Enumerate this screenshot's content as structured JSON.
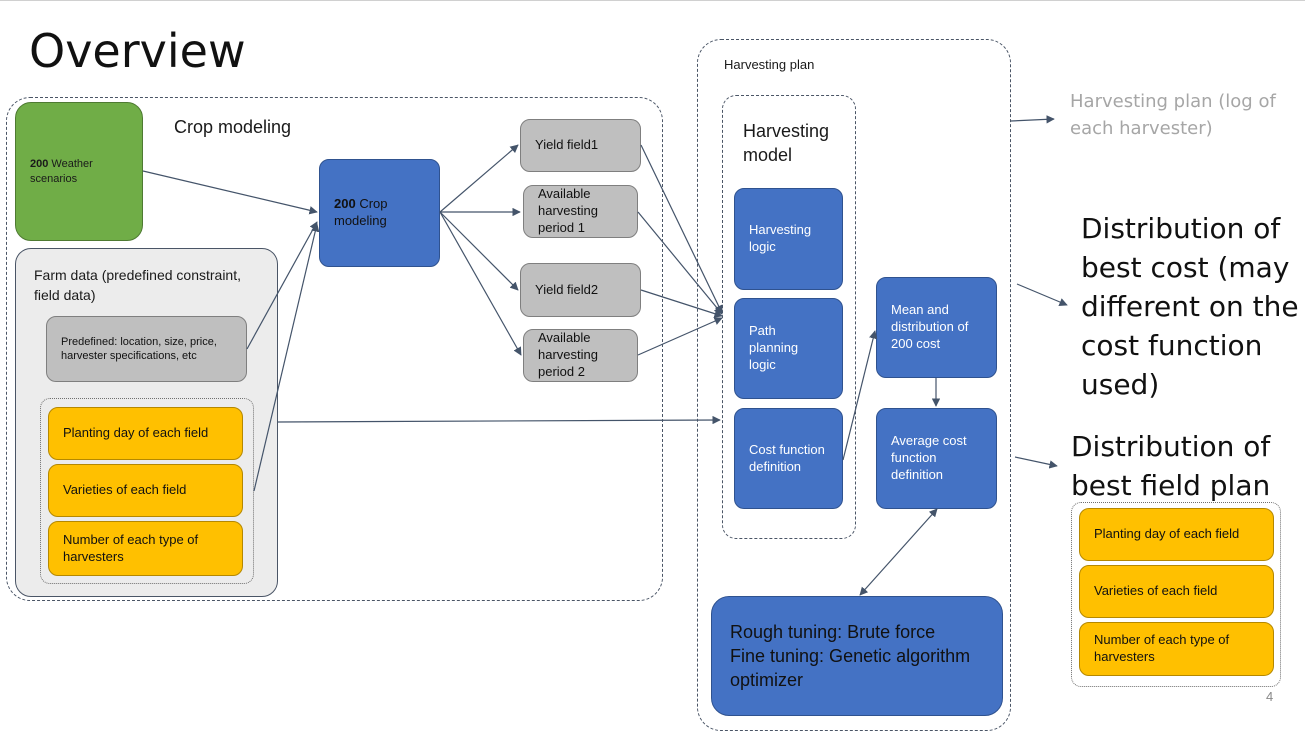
{
  "slide": {
    "title": "Overview",
    "page_number": "4"
  },
  "crop_region": {
    "label": "Crop modeling",
    "weather_prefix": "200",
    "weather_text": " Weather scenarios",
    "crop_prefix": "200",
    "crop_text": " Crop modeling",
    "outputs": [
      "Yield field1",
      "Available harvesting period 1",
      "Yield field2",
      "Available harvesting period 2"
    ]
  },
  "farm_data": {
    "label": "Farm data (predefined constraint, field data)",
    "predefined": "Predefined: location, size, price, harvester specifications, etc",
    "items": [
      "Planting day  of each field",
      "Varieties of each field",
      "Number of each type of harvesters"
    ]
  },
  "harvesting_plan": {
    "label": "Harvesting plan",
    "model_label": "Harvesting model",
    "model_boxes": [
      "Harvesting logic",
      "Path planning logic",
      "Cost function definition"
    ],
    "mean_box": "Mean and distribution of 200 cost",
    "average_box": "Average cost function definition",
    "tuning_lines": [
      "Rough tuning: Brute force",
      "Fine tuning: Genetic algorithm optimizer"
    ]
  },
  "outputs": {
    "plan_log": "Harvesting plan (log of each harvester)",
    "best_cost": "Distribution of best cost (may different on the cost function used)",
    "best_field_plan": "Distribution of best field plan",
    "field_items": [
      "Planting day  of each field",
      "Varieties of each field",
      "Number of each type of harvesters"
    ]
  },
  "colors": {
    "green": "#70ad47",
    "blue": "#4472c4",
    "grey": "#bfbfbf",
    "yellow": "#ffc000",
    "panel": "#ececec",
    "arrow": "#44546a",
    "muted_text": "#a6a6a6"
  }
}
